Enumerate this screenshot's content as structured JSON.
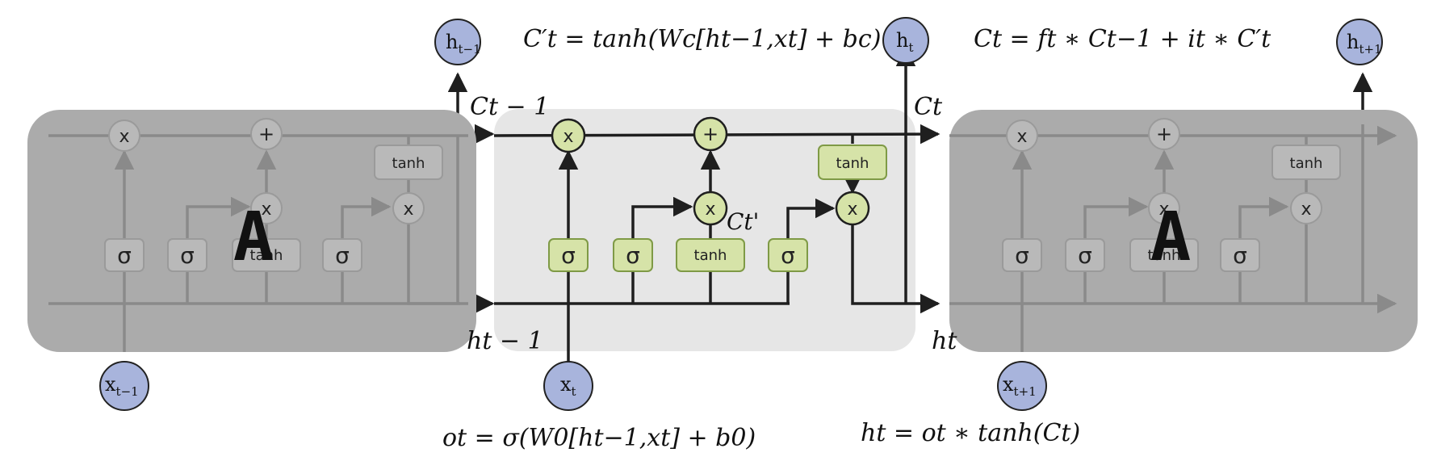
{
  "colors": {
    "side_cell_bg": "#ababab",
    "center_cell_bg": "#e6e6e6",
    "gate_fill": "#d6e3a8",
    "gate_stroke": "#7f9a46",
    "node_fill": "#a8b4dc",
    "node_stroke": "#222222",
    "line": "#1f1f1f",
    "faded_line": "#8a8a8a"
  },
  "cells": {
    "left_label": "A",
    "right_label": "A"
  },
  "center_gates": {
    "forget_mult": "x",
    "input_add": "+",
    "input_mult": "x",
    "output_mult": "x",
    "sigma_1": "σ",
    "sigma_2": "σ",
    "tanh_gate": "tanh",
    "sigma_3": "σ",
    "tanh_out": "tanh"
  },
  "faded_gates": {
    "mult": "x",
    "add": "+",
    "sigma": "σ",
    "tanh": "tanh"
  },
  "nodes": {
    "h_prev": {
      "base": "h",
      "sub": "t−1"
    },
    "h_curr": {
      "base": "h",
      "sub": "t"
    },
    "h_next": {
      "base": "h",
      "sub": "t+1"
    },
    "x_prev": {
      "base": "x",
      "sub": "t−1"
    },
    "x_curr": {
      "base": "x",
      "sub": "t"
    },
    "x_next": {
      "base": "x",
      "sub": "t+1"
    }
  },
  "labels": {
    "c_prev": "Ct − 1",
    "c_curr": "Ct",
    "c_cand": "Ct'",
    "h_prev": "ht − 1",
    "h_curr": "ht"
  },
  "equations": {
    "candidate": "C′t = tanh(Wc[ht−1,xt] + bc)",
    "cell_state": "Ct = ft ∗ Ct−1 + it ∗ C′t",
    "output_gate": "ot = σ(W0[ht−1,xt] + b0)",
    "hidden_state": "ht = ot ∗ tanh(Ct)"
  }
}
